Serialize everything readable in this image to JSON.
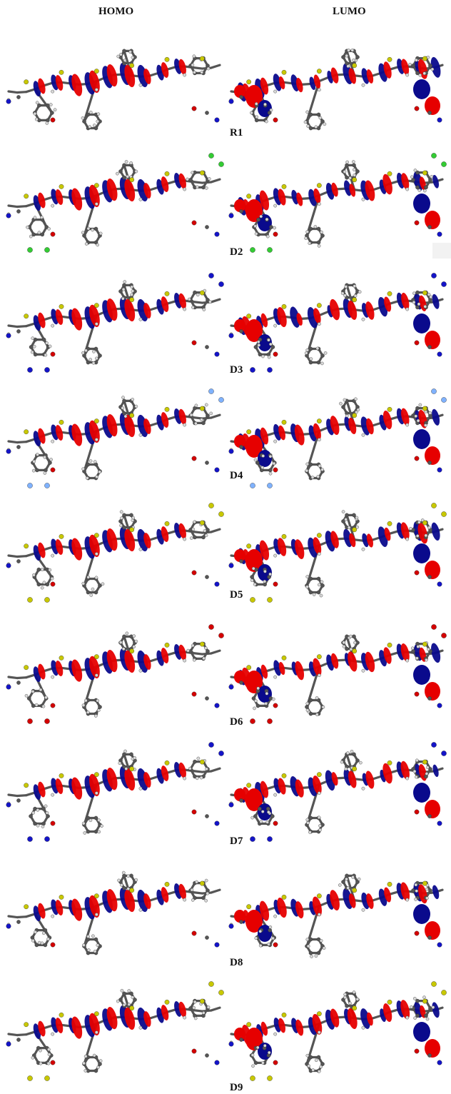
{
  "figure": {
    "columns": [
      "HOMO",
      "LUMO"
    ],
    "molecules": [
      {
        "label": "R1"
      },
      {
        "label": "D2"
      },
      {
        "label": "D3"
      },
      {
        "label": "D4"
      },
      {
        "label": "D5"
      },
      {
        "label": "D6"
      },
      {
        "label": "D7"
      },
      {
        "label": "D8"
      },
      {
        "label": "D9"
      }
    ]
  },
  "colors": {
    "lobe_positive": "#e60000",
    "lobe_negative": "#0a0a8c",
    "carbon": "#555555",
    "hydrogen": "#d8d8d8",
    "sulfur": "#c8c800",
    "oxygen": "#d40000",
    "nitrogen": "#1414c8",
    "chlorine": "#33cc33",
    "fluorine": "#7fb2ff"
  }
}
